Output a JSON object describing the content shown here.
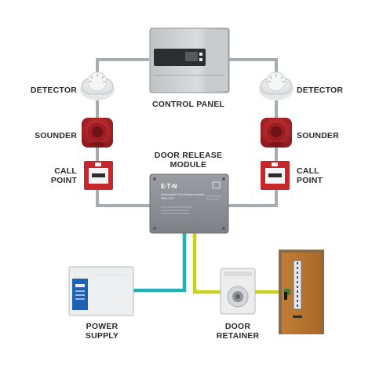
{
  "labels": {
    "control_panel": "CONTROL PANEL",
    "detector_left": "DETECTOR",
    "detector_right": "DETECTOR",
    "sounder_left": "SOUNDER",
    "sounder_right": "SOUNDER",
    "call_point_left": [
      "CALL",
      "POINT"
    ],
    "call_point_right": [
      "CALL",
      "POINT"
    ],
    "door_release_module": [
      "DOOR RELEASE",
      "MODULE"
    ],
    "power_supply": [
      "POWER",
      "SUPPLY"
    ],
    "door_retainer": [
      "DOOR",
      "RETAINER"
    ]
  },
  "module_face": {
    "brand": "E∙T∙N",
    "title": "Addressable Door Release Module",
    "code": "DRM-XXX"
  },
  "colors": {
    "loop_wire": "#a7acb0",
    "power_wire": "#1fb3b7",
    "door_wire": "#c8d21e",
    "sounder_red": "#b8232a",
    "callpoint_red": "#c6262c",
    "psu_blue": "#1f5fb4",
    "door_wood": "#b5742e"
  }
}
